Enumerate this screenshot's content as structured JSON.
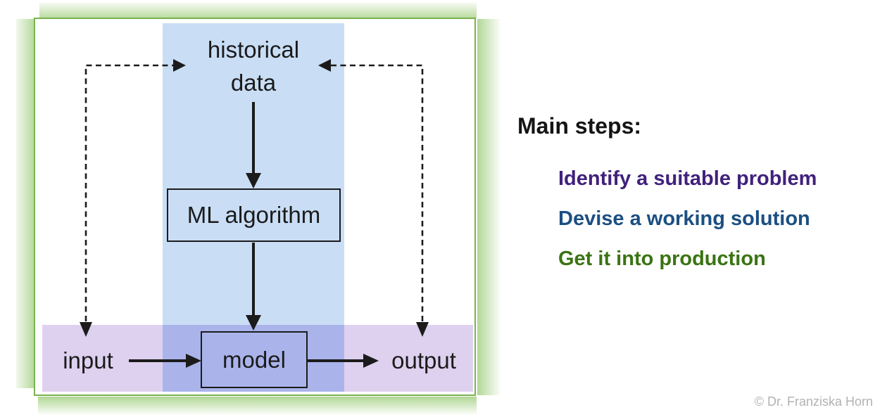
{
  "diagram": {
    "nodes": {
      "historical_line1": "historical",
      "historical_line2": "data",
      "ml_algorithm": "ML algorithm",
      "model": "model",
      "input": "input",
      "output": "output"
    },
    "colors": {
      "frame_green": "#7ab24e",
      "blue_band": "#c9def5",
      "purple_band": "#ded1ef",
      "overlap_band": "#aab4ea",
      "line_black": "#1b1b1b"
    }
  },
  "steps": {
    "heading": "Main steps:",
    "items": [
      {
        "label": "Identify a suitable problem",
        "color": "#41217c"
      },
      {
        "label": "Devise a working solution",
        "color": "#1b4f82"
      },
      {
        "label": "Get it into production",
        "color": "#3a7413"
      }
    ]
  },
  "footer": {
    "copyright": "© Dr. Franziska Horn"
  }
}
